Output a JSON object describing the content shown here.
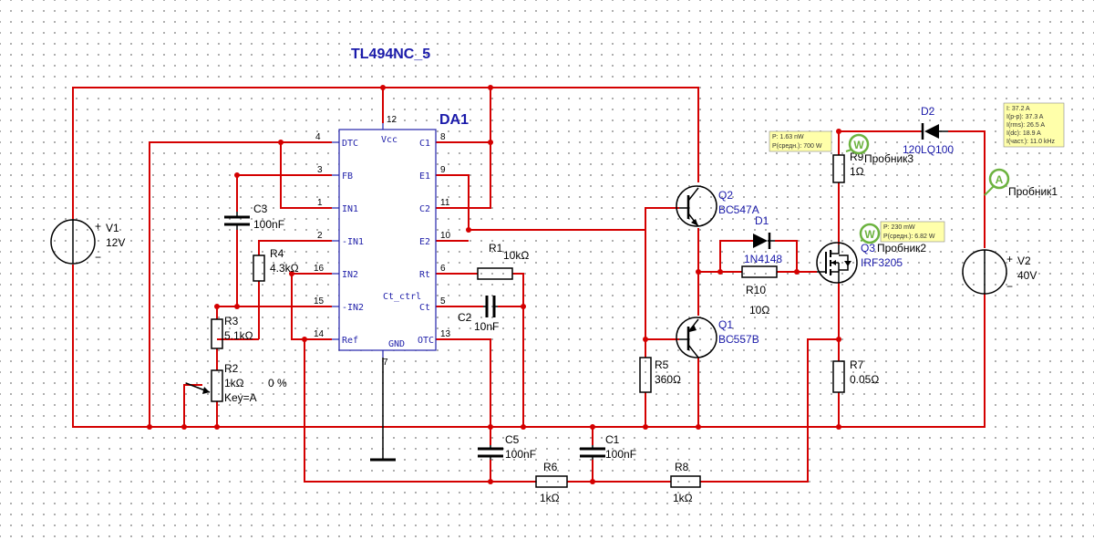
{
  "title": "TL494NC_5",
  "ic": {
    "name": "DA1",
    "left_pins": [
      {
        "num": "4",
        "name": "DTC"
      },
      {
        "num": "3",
        "name": "FB"
      },
      {
        "num": "1",
        "name": "IN1"
      },
      {
        "num": "2",
        "name": "-IN1"
      },
      {
        "num": "16",
        "name": "IN2"
      },
      {
        "num": "15",
        "name": "-IN2"
      },
      {
        "num": "14",
        "name": "Ref"
      }
    ],
    "right_pins": [
      {
        "num": "8",
        "name": "C1"
      },
      {
        "num": "9",
        "name": "E1"
      },
      {
        "num": "11",
        "name": "C2"
      },
      {
        "num": "10",
        "name": "E2"
      },
      {
        "num": "6",
        "name": "Rt"
      },
      {
        "num": "5",
        "name": "Ct"
      },
      {
        "num": "13",
        "name": "OTC"
      }
    ],
    "vcc": {
      "num": "12",
      "name": "Vcc"
    },
    "gnd": {
      "num": "7",
      "name": "GND"
    },
    "ctrl": "Ct_ctrl"
  },
  "components": {
    "v1": {
      "name": "V1",
      "value": "12V"
    },
    "v2": {
      "name": "V2",
      "value": "40V"
    },
    "c3": {
      "name": "C3",
      "value": "100nF"
    },
    "r4": {
      "name": "R4",
      "value": "4.3kΩ"
    },
    "r3": {
      "name": "R3",
      "value": "5.1kΩ"
    },
    "r2": {
      "name": "R2",
      "value": "1kΩ",
      "key": "Key=A",
      "setting": "0 %"
    },
    "r1": {
      "name": "R1",
      "value": "10kΩ"
    },
    "c2": {
      "name": "C2",
      "value": "10nF"
    },
    "c5": {
      "name": "C5",
      "value": "100nF"
    },
    "c1": {
      "name": "C1",
      "value": "100nF"
    },
    "r6": {
      "name": "R6",
      "value": "1kΩ"
    },
    "r8": {
      "name": "R8",
      "value": "1kΩ"
    },
    "q2": {
      "name": "Q2",
      "value": "BC547A"
    },
    "q1": {
      "name": "Q1",
      "value": "BC557B"
    },
    "d1": {
      "name": "D1",
      "value": "1N4148"
    },
    "r10": {
      "name": "R10",
      "value": "10Ω"
    },
    "r5": {
      "name": "R5",
      "value": "360Ω"
    },
    "q3": {
      "name": "Q3",
      "value": "IRF3205"
    },
    "r9": {
      "name": "R9",
      "value": "1Ω"
    },
    "r7": {
      "name": "R7",
      "value": "0.05Ω"
    },
    "d2": {
      "name": "D2",
      "value": "120LQ100"
    }
  },
  "probes": {
    "p3": {
      "name": "Пробник3",
      "symbol": "W",
      "lines": [
        "P: 1.63 nW",
        "P(средн.): 700 W"
      ]
    },
    "p2": {
      "name": "Пробник2",
      "symbol": "W",
      "lines": [
        "P: 230 mW",
        "P(средн.): 6.82 W"
      ]
    },
    "p1": {
      "name": "Пробник1",
      "symbol": "A",
      "lines": [
        "I: 37.2 A",
        "I(p-p): 37.3 A",
        "I(rms): 26.5 A",
        "I(dc): 18.9 A",
        "I(част.): 11.0 kHz"
      ]
    }
  },
  "colors": {
    "wire": "#d40000",
    "ic": "#2222aa",
    "label_blue": "#1a1aaa",
    "note_bg": "#ffffaa",
    "probe": "#6cb33f"
  }
}
